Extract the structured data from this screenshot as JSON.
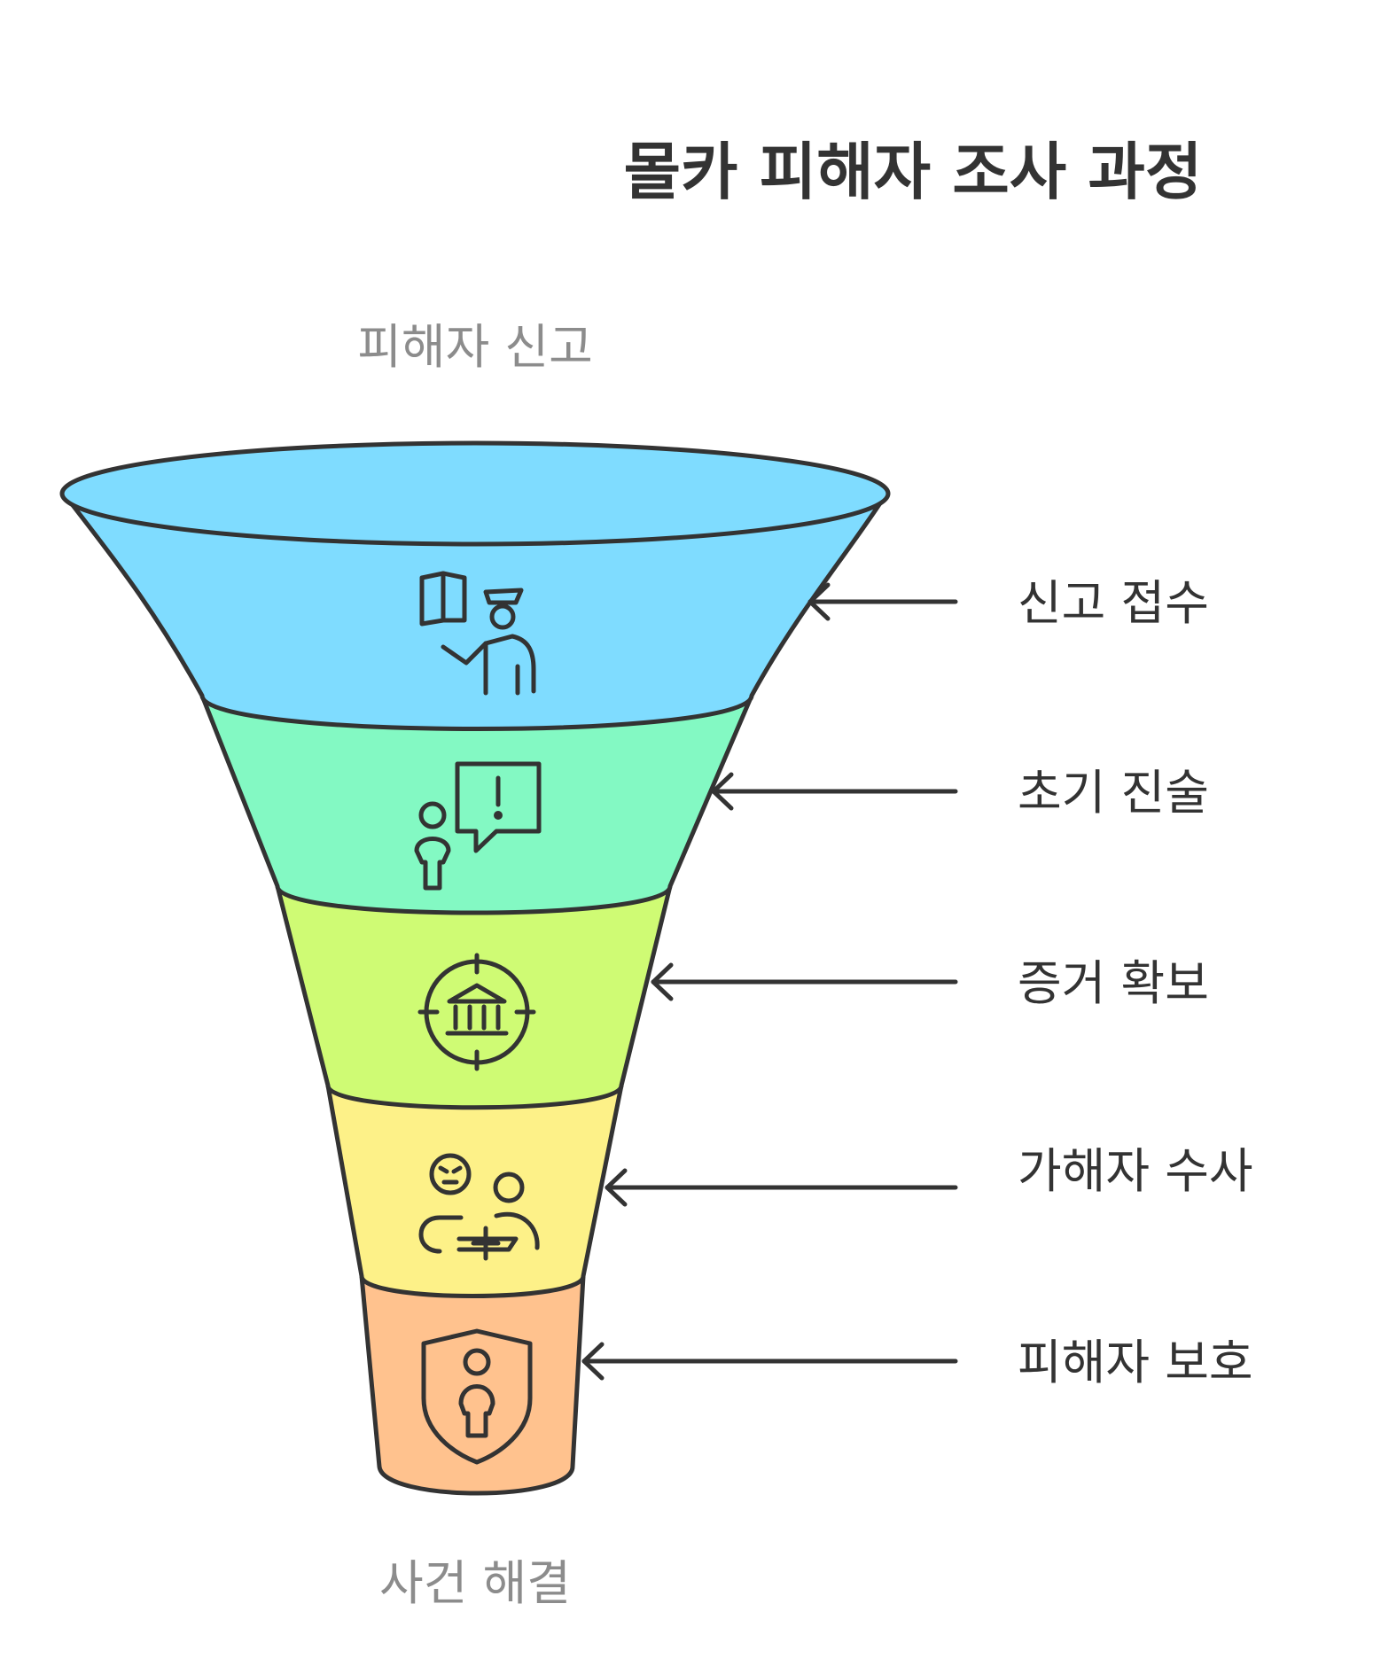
{
  "title": "몰카 피해자 조사 과정",
  "top_caption": "피해자 신고",
  "bottom_caption": "사건 해결",
  "stages": [
    {
      "label": "신고 접수",
      "color": "#7fdcff",
      "icon": "officer-with-door-icon"
    },
    {
      "label": "초기 진술",
      "color": "#83f9c3",
      "icon": "person-speech-alert-icon"
    },
    {
      "label": "증거 확보",
      "color": "#cffb74",
      "icon": "target-bank-icon"
    },
    {
      "label": "가해자 수사",
      "color": "#fdf188",
      "icon": "suspect-investigation-icon"
    },
    {
      "label": "피해자 보호",
      "color": "#ffc28e",
      "icon": "shield-person-icon"
    }
  ]
}
